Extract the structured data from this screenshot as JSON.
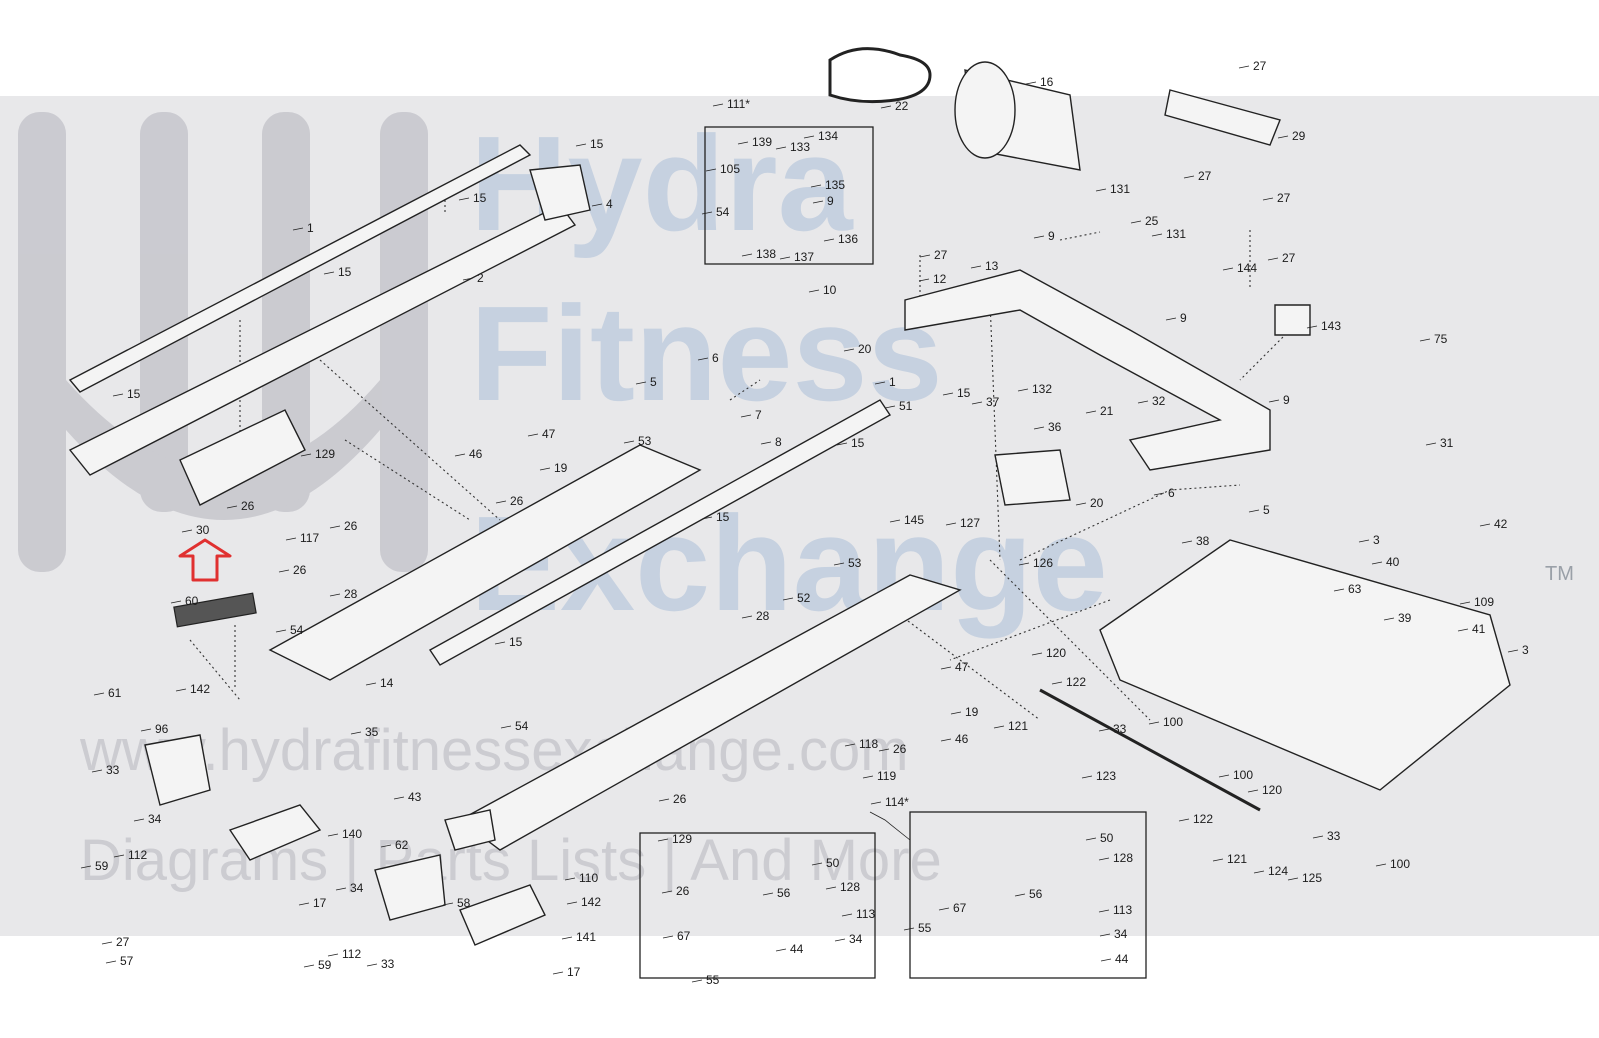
{
  "watermark": {
    "brand_line_1": "Hydra",
    "brand_line_2": "Fitness",
    "brand_line_3": "Exchange",
    "trademark": "TM",
    "url": "www.hydrafitnessexchange.com",
    "tagline": "Diagrams | Parts Lists | And More"
  },
  "colors": {
    "band": "#e8e8ea",
    "highlight_arrow": "#e03030",
    "watermark_blue": "#9fb6d4"
  },
  "highlighted_part": "30",
  "groups": [
    {
      "id": "group-111",
      "label": "111*"
    },
    {
      "id": "group-114",
      "label": "114*"
    }
  ],
  "callouts": [
    {
      "id": "c22",
      "text": "22"
    },
    {
      "id": "c16",
      "text": "16"
    },
    {
      "id": "c27a",
      "text": "27"
    },
    {
      "id": "c29",
      "text": "29"
    },
    {
      "id": "c27b",
      "text": "27"
    },
    {
      "id": "c27c",
      "text": "27"
    },
    {
      "id": "c144",
      "text": "144"
    },
    {
      "id": "c111",
      "text": "111*"
    },
    {
      "id": "c139",
      "text": "139"
    },
    {
      "id": "c133",
      "text": "133"
    },
    {
      "id": "c134",
      "text": "134"
    },
    {
      "id": "c105",
      "text": "105"
    },
    {
      "id": "c135",
      "text": "135"
    },
    {
      "id": "c9a",
      "text": "9"
    },
    {
      "id": "c54a",
      "text": "54"
    },
    {
      "id": "c136",
      "text": "136"
    },
    {
      "id": "c138",
      "text": "138"
    },
    {
      "id": "c137",
      "text": "137"
    },
    {
      "id": "c15a",
      "text": "15"
    },
    {
      "id": "c15b",
      "text": "15"
    },
    {
      "id": "c4",
      "text": "4"
    },
    {
      "id": "c1a",
      "text": "1"
    },
    {
      "id": "c15c",
      "text": "15"
    },
    {
      "id": "c2",
      "text": "2"
    },
    {
      "id": "c131a",
      "text": "131"
    },
    {
      "id": "c25",
      "text": "25"
    },
    {
      "id": "c131b",
      "text": "131"
    },
    {
      "id": "c9b",
      "text": "9"
    },
    {
      "id": "c27d",
      "text": "27"
    },
    {
      "id": "c12",
      "text": "12"
    },
    {
      "id": "c13",
      "text": "13"
    },
    {
      "id": "c27e",
      "text": "27"
    },
    {
      "id": "c143",
      "text": "143"
    },
    {
      "id": "c10",
      "text": "10"
    },
    {
      "id": "c9c",
      "text": "9"
    },
    {
      "id": "c75",
      "text": "75"
    },
    {
      "id": "c20a",
      "text": "20"
    },
    {
      "id": "c132",
      "text": "132"
    },
    {
      "id": "c6a",
      "text": "6"
    },
    {
      "id": "c15d",
      "text": "15"
    },
    {
      "id": "c5a",
      "text": "5"
    },
    {
      "id": "c1b",
      "text": "1"
    },
    {
      "id": "c15e",
      "text": "15"
    },
    {
      "id": "c37",
      "text": "37"
    },
    {
      "id": "c21",
      "text": "21"
    },
    {
      "id": "c32",
      "text": "32"
    },
    {
      "id": "c9d",
      "text": "9"
    },
    {
      "id": "c7",
      "text": "7"
    },
    {
      "id": "c47a",
      "text": "47"
    },
    {
      "id": "c53a",
      "text": "53"
    },
    {
      "id": "c51",
      "text": "51"
    },
    {
      "id": "c31",
      "text": "31"
    },
    {
      "id": "c46a",
      "text": "46"
    },
    {
      "id": "c8",
      "text": "8"
    },
    {
      "id": "c15f",
      "text": "15"
    },
    {
      "id": "c36",
      "text": "36"
    },
    {
      "id": "c19a",
      "text": "19"
    },
    {
      "id": "c26a",
      "text": "26"
    },
    {
      "id": "c129a",
      "text": "129"
    },
    {
      "id": "c26b",
      "text": "26"
    },
    {
      "id": "c30",
      "text": "30"
    },
    {
      "id": "c117",
      "text": "117"
    },
    {
      "id": "c26c",
      "text": "26"
    },
    {
      "id": "c26d",
      "text": "26"
    },
    {
      "id": "c145",
      "text": "145"
    },
    {
      "id": "c15g",
      "text": "15"
    },
    {
      "id": "c127",
      "text": "127"
    },
    {
      "id": "c20b",
      "text": "20"
    },
    {
      "id": "c6b",
      "text": "6"
    },
    {
      "id": "c5b",
      "text": "5"
    },
    {
      "id": "c126",
      "text": "126"
    },
    {
      "id": "c38",
      "text": "38"
    },
    {
      "id": "c3a",
      "text": "3"
    },
    {
      "id": "c42",
      "text": "42"
    },
    {
      "id": "c40",
      "text": "40"
    },
    {
      "id": "c109",
      "text": "109"
    },
    {
      "id": "c63",
      "text": "63"
    },
    {
      "id": "c39",
      "text": "39"
    },
    {
      "id": "c41",
      "text": "41"
    },
    {
      "id": "c3b",
      "text": "3"
    },
    {
      "id": "c60",
      "text": "60"
    },
    {
      "id": "c28a",
      "text": "28"
    },
    {
      "id": "c54b",
      "text": "54"
    },
    {
      "id": "c53b",
      "text": "53"
    },
    {
      "id": "c52",
      "text": "52"
    },
    {
      "id": "c28b",
      "text": "28"
    },
    {
      "id": "c15h",
      "text": "15"
    },
    {
      "id": "c61",
      "text": "61"
    },
    {
      "id": "c142a",
      "text": "142"
    },
    {
      "id": "c14",
      "text": "14"
    },
    {
      "id": "c47b",
      "text": "47"
    },
    {
      "id": "c120a",
      "text": "120"
    },
    {
      "id": "c122a",
      "text": "122"
    },
    {
      "id": "c19b",
      "text": "19"
    },
    {
      "id": "c121a",
      "text": "121"
    },
    {
      "id": "c33a",
      "text": "33"
    },
    {
      "id": "c100a",
      "text": "100"
    },
    {
      "id": "c96",
      "text": "96"
    },
    {
      "id": "c35",
      "text": "35"
    },
    {
      "id": "c54c",
      "text": "54"
    },
    {
      "id": "c26e",
      "text": "26"
    },
    {
      "id": "c46b",
      "text": "46"
    },
    {
      "id": "c118",
      "text": "118"
    },
    {
      "id": "c33b",
      "text": "33"
    },
    {
      "id": "c43",
      "text": "43"
    },
    {
      "id": "c119",
      "text": "119"
    },
    {
      "id": "c123",
      "text": "123"
    },
    {
      "id": "c100b",
      "text": "100"
    },
    {
      "id": "c120b",
      "text": "120"
    },
    {
      "id": "c34a",
      "text": "34"
    },
    {
      "id": "c26f",
      "text": "26"
    },
    {
      "id": "c114",
      "text": "114*"
    },
    {
      "id": "c59a",
      "text": "59"
    },
    {
      "id": "c112a",
      "text": "112"
    },
    {
      "id": "c140",
      "text": "140"
    },
    {
      "id": "c62",
      "text": "62"
    },
    {
      "id": "c129b",
      "text": "129"
    },
    {
      "id": "c50a",
      "text": "50"
    },
    {
      "id": "c50b",
      "text": "50"
    },
    {
      "id": "c122b",
      "text": "122"
    },
    {
      "id": "c33c",
      "text": "33"
    },
    {
      "id": "c110",
      "text": "110"
    },
    {
      "id": "c121b",
      "text": "121"
    },
    {
      "id": "c128a",
      "text": "128"
    },
    {
      "id": "c124",
      "text": "124"
    },
    {
      "id": "c125",
      "text": "125"
    },
    {
      "id": "c100c",
      "text": "100"
    },
    {
      "id": "c26g",
      "text": "26"
    },
    {
      "id": "c56a",
      "text": "56"
    },
    {
      "id": "c128b",
      "text": "128"
    },
    {
      "id": "c17a",
      "text": "17"
    },
    {
      "id": "c34b",
      "text": "34"
    },
    {
      "id": "c58",
      "text": "58"
    },
    {
      "id": "c142b",
      "text": "142"
    },
    {
      "id": "c56b",
      "text": "56"
    },
    {
      "id": "c113a",
      "text": "113"
    },
    {
      "id": "c67a",
      "text": "67"
    },
    {
      "id": "c113b",
      "text": "113"
    },
    {
      "id": "c67b",
      "text": "67"
    },
    {
      "id": "c55a",
      "text": "55"
    },
    {
      "id": "c141",
      "text": "141"
    },
    {
      "id": "c34c",
      "text": "34"
    },
    {
      "id": "c34d",
      "text": "34"
    },
    {
      "id": "c27f",
      "text": "27"
    },
    {
      "id": "c112b",
      "text": "112"
    },
    {
      "id": "c44a",
      "text": "44"
    },
    {
      "id": "c44b",
      "text": "44"
    },
    {
      "id": "c57",
      "text": "57"
    },
    {
      "id": "c59b",
      "text": "59"
    },
    {
      "id": "c33d",
      "text": "33"
    },
    {
      "id": "c17b",
      "text": "17"
    },
    {
      "id": "c55b",
      "text": "55"
    }
  ]
}
